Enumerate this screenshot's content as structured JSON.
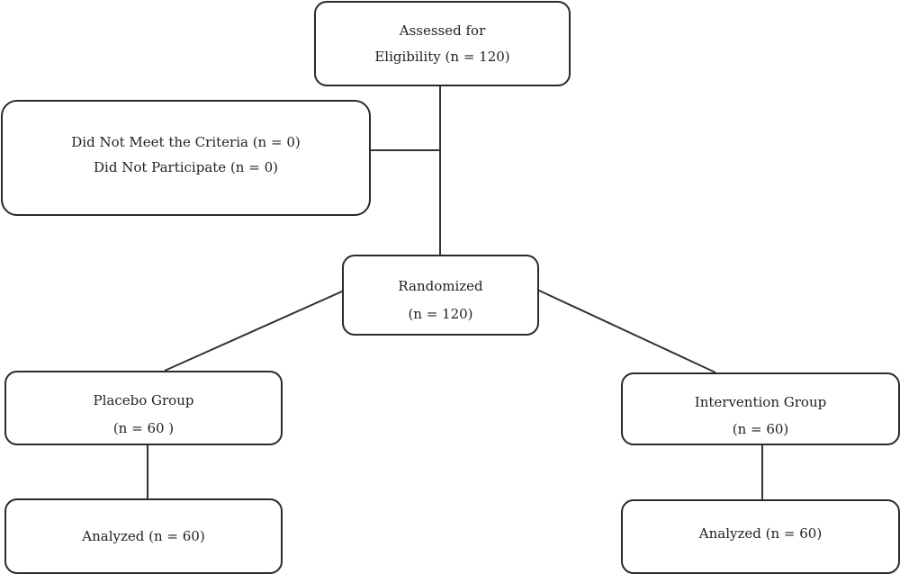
{
  "eligibility": {
    "line1": "Assessed for",
    "line2": "Eligibility  (n = 120)"
  },
  "excluded": {
    "line1": "Did Not Meet the Criteria (n = 0)",
    "line2": "Did Not Participate (n = 0)"
  },
  "randomized": {
    "line1": "Randomized",
    "line2": "(n = 120)"
  },
  "placebo": {
    "line1": "Placebo Group",
    "line2": "(n = 60  )"
  },
  "intervention": {
    "line1": "Intervention Group",
    "line2": "(n = 60)"
  },
  "analyzed_left": {
    "label": "Analyzed (n = 60)"
  },
  "analyzed_right": {
    "label": "Analyzed (n = 60)"
  }
}
